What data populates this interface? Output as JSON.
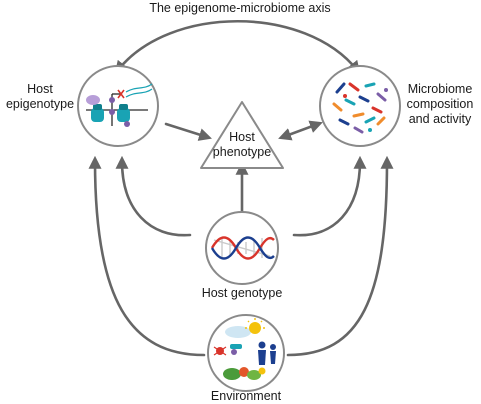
{
  "title": "The epigenome-microbiome axis",
  "nodes": {
    "host_epigenotype": {
      "line1": "Host",
      "line2": "epigenotype"
    },
    "microbiome": {
      "line1": "Microbiome",
      "line2": "composition",
      "line3": "and activity"
    },
    "host_phenotype": {
      "line1": "Host",
      "line2": "phenotype"
    },
    "host_genotype": {
      "label": "Host genotype"
    },
    "environment": {
      "label": "Environment"
    }
  },
  "colors": {
    "arrow": "#666666",
    "circle_stroke": "#8a8a8a",
    "dna_red": "#d9342b",
    "dna_blue": "#1c3f8f",
    "nucleosome": "#19a3b4",
    "methyl_purple": "#7b5ea7",
    "sun": "#f4c20d"
  }
}
